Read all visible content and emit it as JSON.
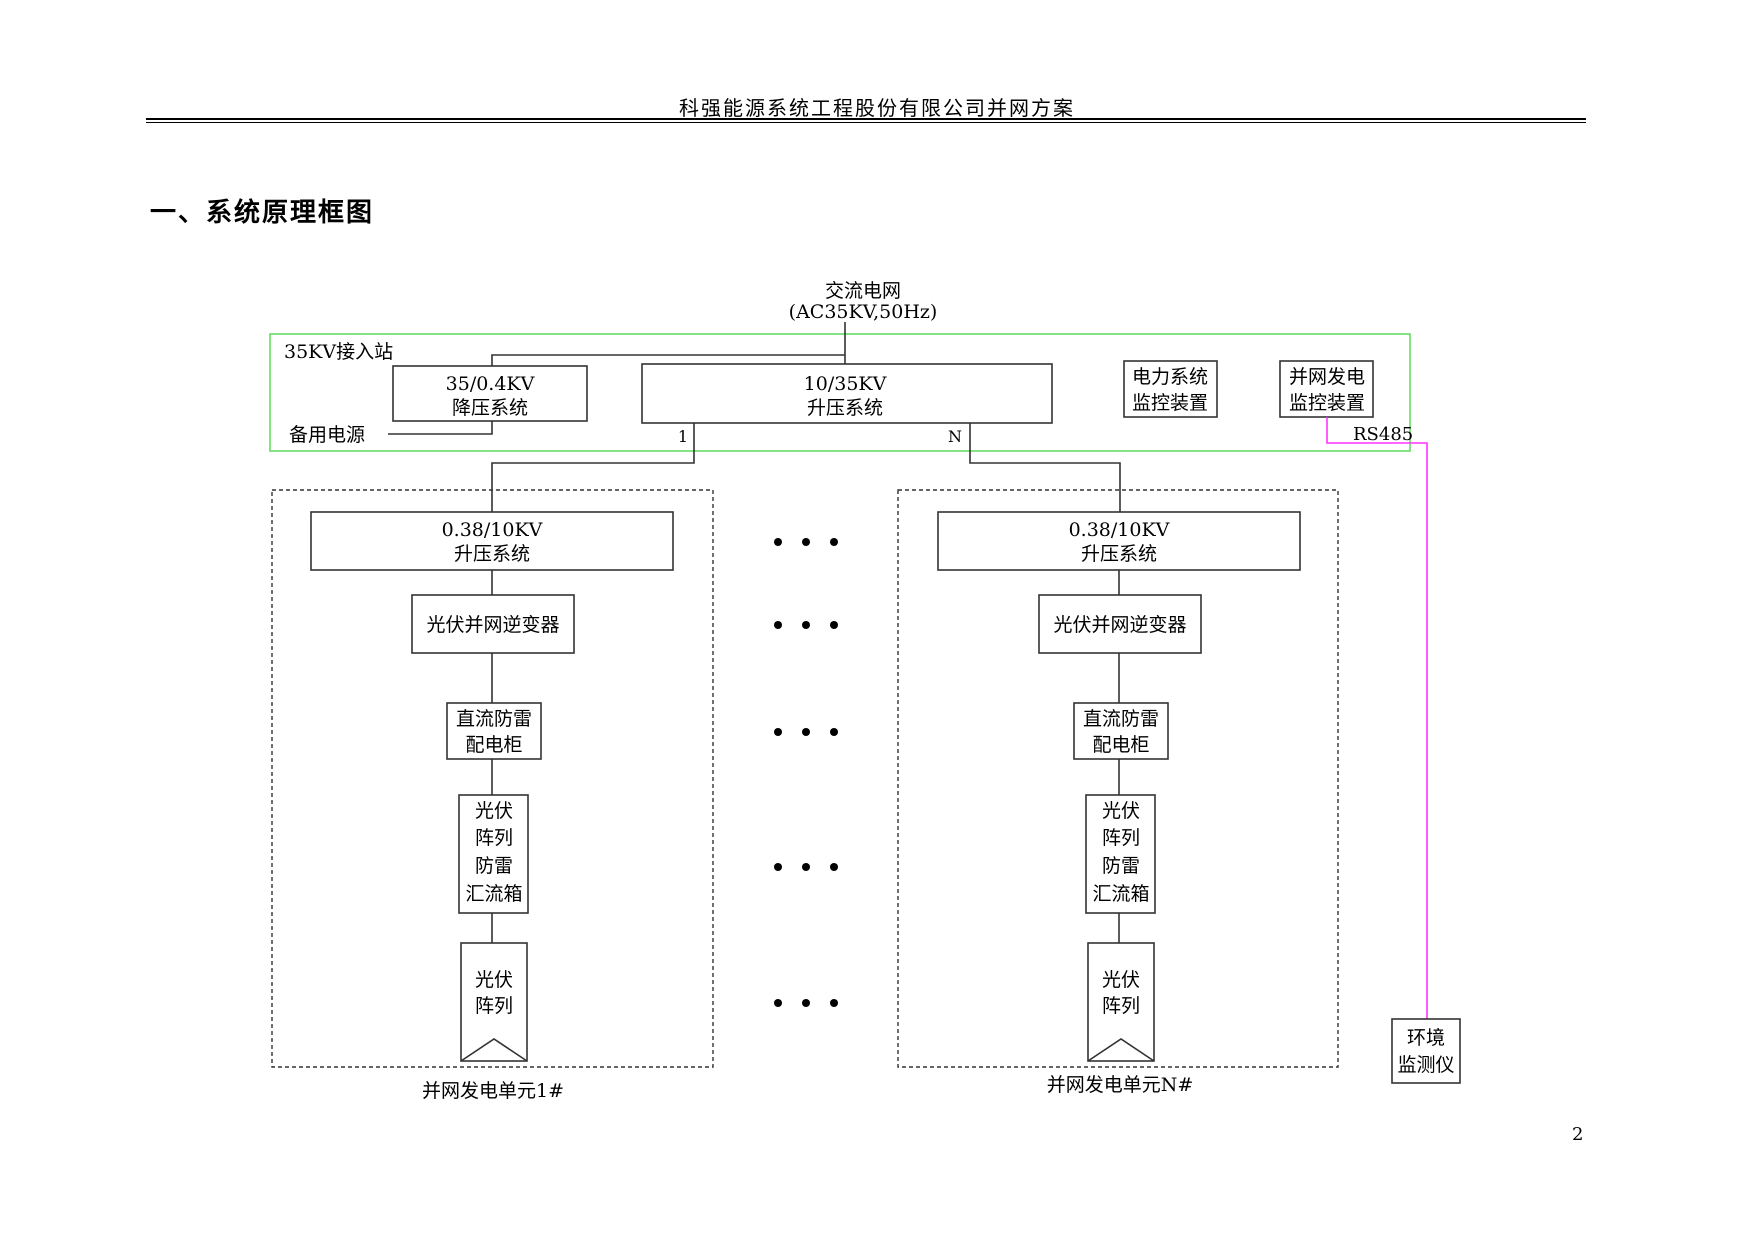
{
  "header": {
    "title": "科强能源系统工程股份有限公司并网方案"
  },
  "section_title": "一、系统原理框图",
  "page_number": "2",
  "colors": {
    "station_border": "#66dd66",
    "rs485_line": "#ff33ff",
    "line": "#333333"
  },
  "diagram": {
    "grid": {
      "line1": "交流电网",
      "line2": "(AC35KV,50Hz)"
    },
    "station_label": "35KV接入站",
    "stepdown": {
      "line1": "35/0.4KV",
      "line2": "降压系统"
    },
    "backup_power": "备用电源",
    "stepup_main": {
      "line1": "10/35KV",
      "line2": "升压系统",
      "port_first": "1",
      "port_last": "N"
    },
    "power_monitor": {
      "line1": "电力系统",
      "line2": "监控装置"
    },
    "grid_monitor": {
      "line1": "并网发电",
      "line2": "监控装置"
    },
    "rs485_label": "RS485",
    "env_monitor": {
      "line1": "环境",
      "line2": "监测仪"
    },
    "units": [
      {
        "stepup": {
          "line1": "0.38/10KV",
          "line2": "升压系统"
        },
        "inverter": "光伏并网逆变器",
        "dc_cabinet": {
          "line1": "直流防雷",
          "line2": "配电柜"
        },
        "combiner": {
          "line1": "光伏",
          "line2": "阵列",
          "line3": "防雷",
          "line4": "汇流箱"
        },
        "array": {
          "line1": "光伏",
          "line2": "阵列"
        },
        "label": "并网发电单元1#"
      },
      {
        "stepup": {
          "line1": "0.38/10KV",
          "line2": "升压系统"
        },
        "inverter": "光伏并网逆变器",
        "dc_cabinet": {
          "line1": "直流防雷",
          "line2": "配电柜"
        },
        "combiner": {
          "line1": "光伏",
          "line2": "阵列",
          "line3": "防雷",
          "line4": "汇流箱"
        },
        "array": {
          "line1": "光伏",
          "line2": "阵列"
        },
        "label": "并网发电单元N#"
      }
    ]
  }
}
